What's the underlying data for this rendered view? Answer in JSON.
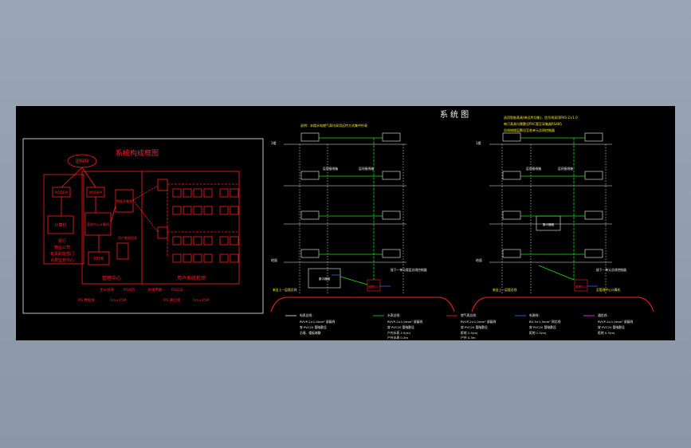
{
  "sheet": {
    "main_title": "系  统  图",
    "left_diagram_title": "系统构成框图",
    "blocks": {
      "wan": "因特网",
      "modem_left": "MODEM",
      "modem_right": "MODEM",
      "host_left": "计算机",
      "host_right": "管理中心计算机",
      "note_left_1": "银行",
      "note_left_2": "物业公司",
      "note_left_3": "有关职能部门",
      "note_left_4": "计费监管中心",
      "printer": "打印机",
      "data_collector": "数据采集器",
      "user_data": "用户数据报表",
      "center_label": "管理中心",
      "field_label": "用户系统现场",
      "legend_a_name": "主从总线",
      "legend_a_code": "RS485",
      "legend_b_name": "总线传输",
      "legend_b_code": "RS232",
      "legend_c": "RS 数据线",
      "legend_c_val": "1m≈15M",
      "legend_d": "RS 通信线",
      "legend_d_val": "1m≈15M"
    },
    "left_riser": {
      "heading": "说明：本楼水电燃气表均采用远传方式集中抄表",
      "top_floor": "1楼",
      "bottom_floor": "地面",
      "junction_1": "层间接线箱",
      "junction_2": "层间接线箱",
      "outgoing": "接下一单元楼层总线控制器",
      "incoming": "来自上一层楼总线",
      "panel_box": "集中器箱",
      "cabinet": "管理中心"
    },
    "right_riser": {
      "heading_1": "选用智能表具(带远传功能)，信号线采用RVS-2×1.0",
      "heading_2": "每只表具均需敷设PVC管至采集器RS485",
      "heading_3": "总线按楼层敷设至各单元总线控制器",
      "top_floor": "1楼",
      "bottom_floor": "地面",
      "junction_1": "层间接线箱",
      "junction_2": "层间接线箱",
      "outgoing": "接下一单元总线控制器",
      "incoming": "来自上一层楼总线",
      "panel_box": "集中器箱",
      "cabinet": "管理中心",
      "outgoing_2": "至管理中心计算机"
    },
    "notes": {
      "n1_title": "电表总线：",
      "n1_l1": "RVVP-2×1.0mm² 屏蔽线",
      "n1_l2": "穿 PVC20 管暗敷设",
      "n1_l3": "沿墙、楼板暗敷",
      "n2_title": "水表总线：",
      "n2_l1": "RVVP-2×1.0mm² 屏蔽线",
      "n2_l2": "穿 PVC20 管暗敷设",
      "n2_l3": "户内水表 2.5(m)",
      "n2_l4": "户外水表 0.3m",
      "n3_title": "燃气表总线：",
      "n3_l1": "RVVP-2×1.0mm² 屏蔽线",
      "n3_l2": "穿 PVC20 管暗敷设",
      "n3_l3": "距地 2.5(m)",
      "n3_l4": "户外 0.3m",
      "n4_title": "电源线：",
      "n4_l1": "BV-3×1.5mm² 铜芯线",
      "n4_l2": "穿 PVC20 管暗敷设",
      "n4_l3": "距地 1.5(m)",
      "n5_title": "通信线：",
      "n5_l1": "RVVP-4×1.0mm² 屏蔽线",
      "n5_l2": "穿 PVC20 管暗敷设",
      "n5_l3": "距地 0.3(m)"
    }
  },
  "colors": {
    "red": "#ff2020",
    "white": "#f2f2f2",
    "green": "#19e019",
    "blue": "#2d7bff",
    "magenta": "#ff3cff",
    "yellow": "#ffe830",
    "cyan": "#29e6e6"
  }
}
